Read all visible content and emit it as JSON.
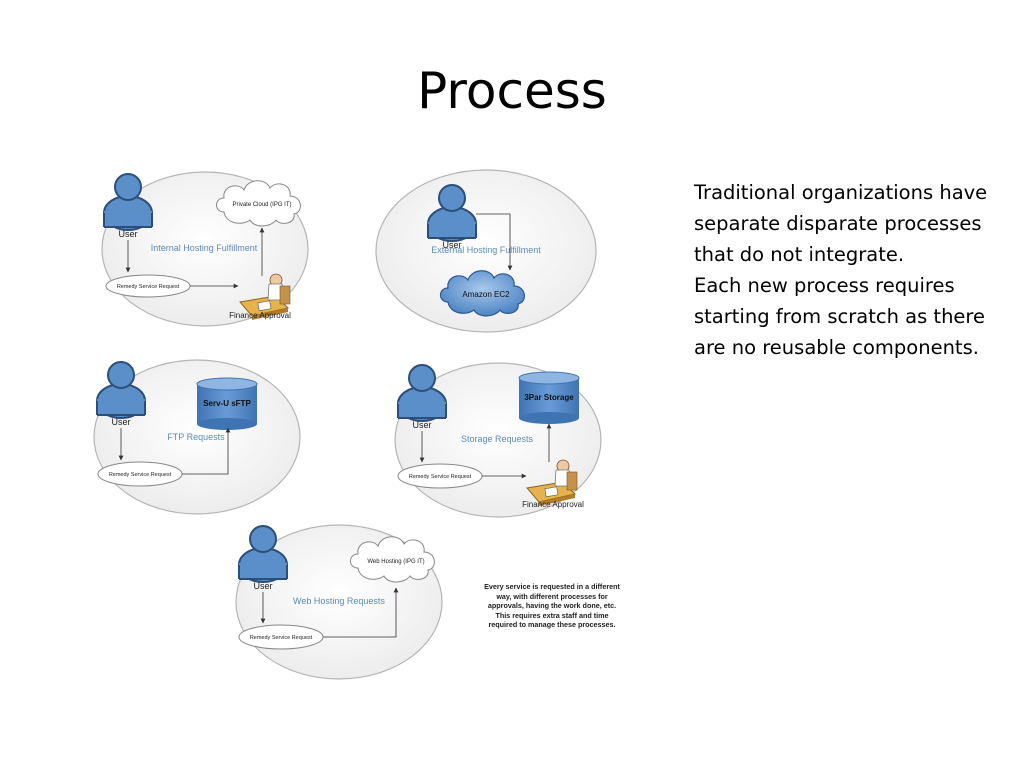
{
  "slide": {
    "title": "Process",
    "paragraphs": [
      "Traditional organizations have separate disparate processes that do not integrate.",
      "Each new process requires starting from scratch as there are no reusable components."
    ],
    "note": "Every service is requested in a different way, with different processes for approvals, having the work done, etc. This requires extra staff and time required to manage these processes."
  },
  "diagrams": {
    "internal": {
      "user": "User",
      "title": "Internal Hosting Fulfillment",
      "cloud": "Private Cloud (IPG IT)",
      "request": "Remedy Service Request",
      "approval": "Finance Approval"
    },
    "external": {
      "user": "User",
      "title": "External Hosting Fulfillment",
      "cloud": "Amazon EC2"
    },
    "ftp": {
      "user": "User",
      "title": "FTP Requests",
      "storage": "Serv-U sFTP",
      "request": "Remedy Service Request"
    },
    "storage": {
      "user": "User",
      "title": "Storage Requests",
      "storage": "3Par Storage",
      "request": "Remedy Service Request",
      "approval": "Finance Approval"
    },
    "web": {
      "user": "User",
      "title": "Web Hosting Requests",
      "cloud": "Web Hosting (IPG IT)",
      "request": "Remedy Service Request"
    }
  },
  "colors": {
    "user_fill": "#5b8fc9",
    "user_stroke": "#2c4f7a",
    "title_text": "#5b8bbf",
    "circle_stroke": "#b5b5b5",
    "cylinder_fill": "#4f86c6",
    "cloud_fill": "#6b9fd4"
  }
}
